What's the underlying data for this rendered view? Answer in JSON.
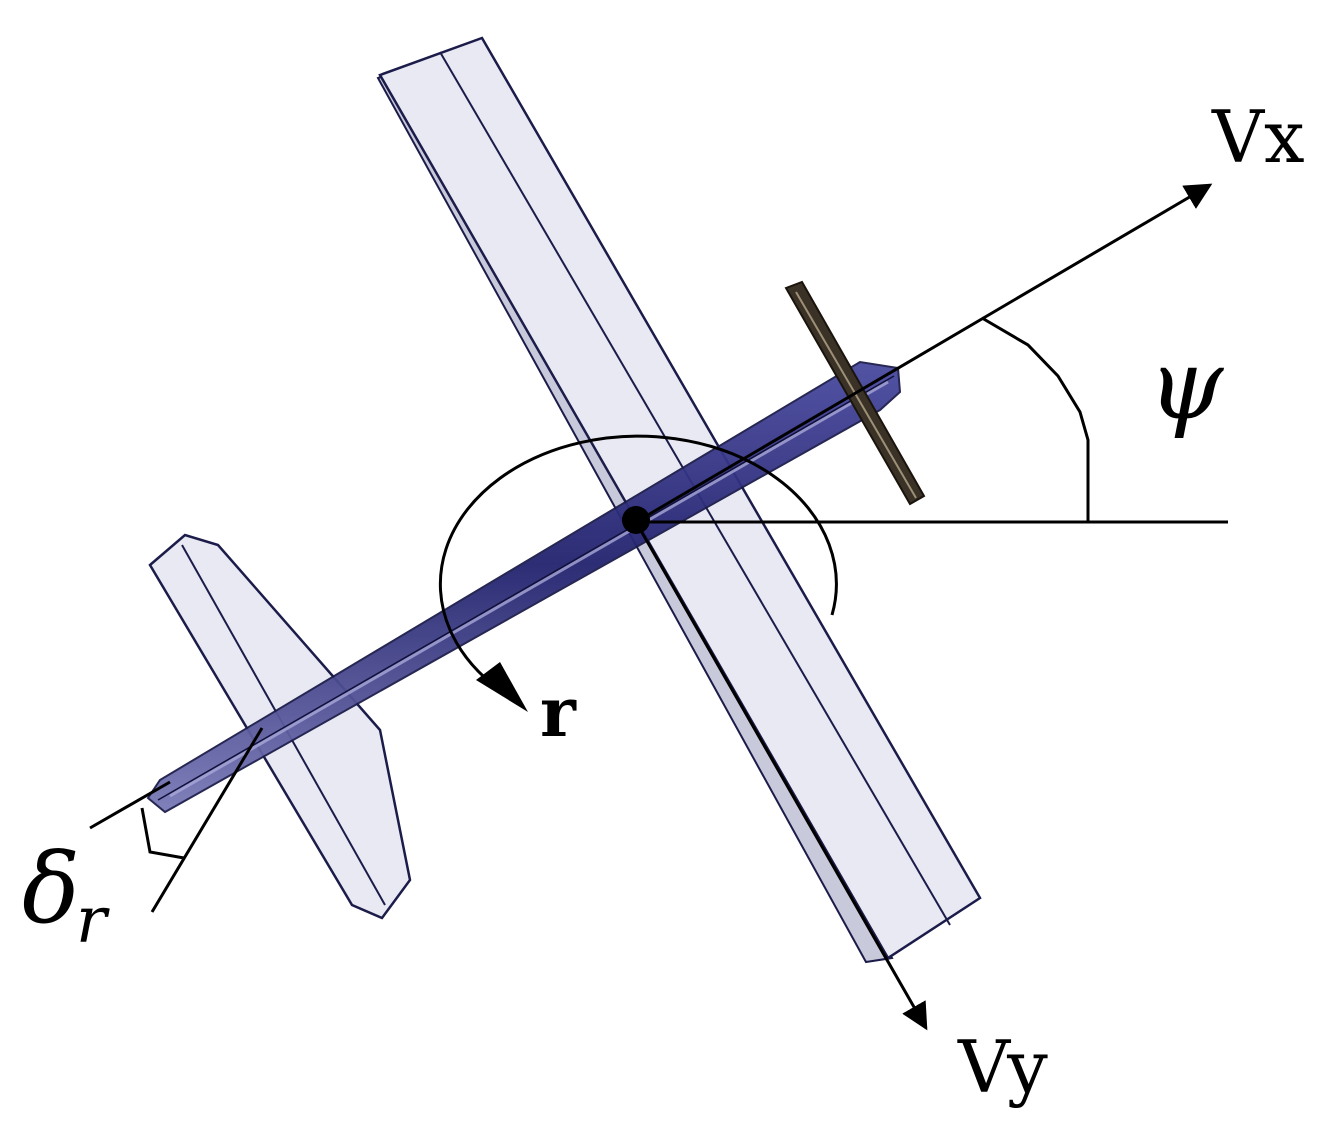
{
  "labels": {
    "vx": "Vx",
    "vy": "Vy",
    "r": "r",
    "psi": "ψ",
    "delta": "δ",
    "delta_sub": "r"
  },
  "colors": {
    "wing_fill": "#e9e9f3",
    "wing_shade": "#c9c9dc",
    "fuselage_dark": "#2b2b7a",
    "fuselage_mid": "#6a6ab0",
    "propeller": "#3a3226",
    "outline": "#1c1c4a",
    "ink": "#000000"
  }
}
